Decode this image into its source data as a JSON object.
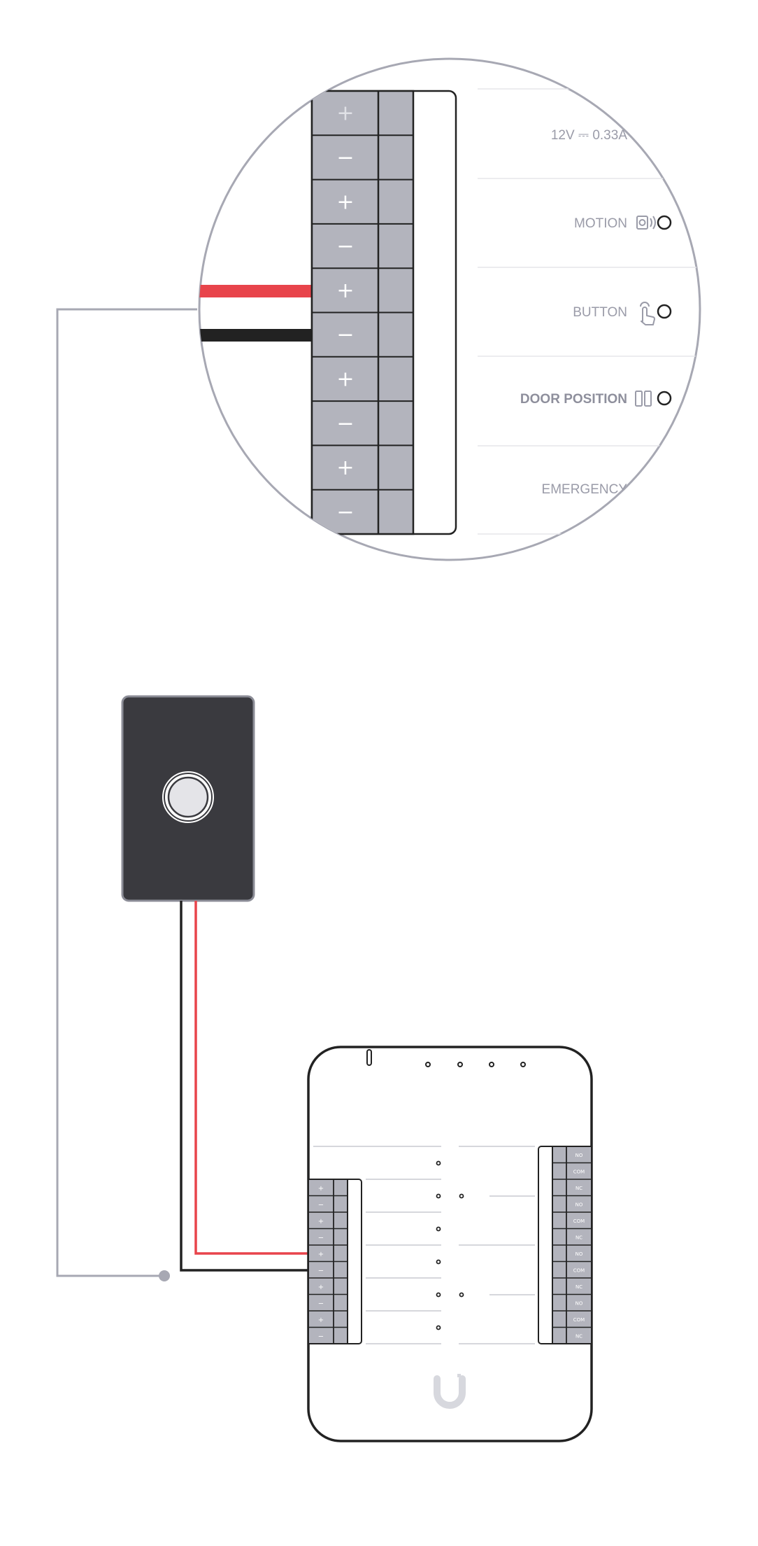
{
  "zoom_terminal": {
    "rows": [
      {
        "sign": "+",
        "dim": true
      },
      {
        "sign": "−"
      },
      {
        "sign": "+"
      },
      {
        "sign": "−"
      },
      {
        "sign": "+"
      },
      {
        "sign": "−"
      },
      {
        "sign": "+"
      },
      {
        "sign": "−"
      },
      {
        "sign": "+"
      },
      {
        "sign": "−"
      }
    ],
    "labels": [
      {
        "text": "12V ⎓ 0.33A",
        "icon": "dc-power-icon",
        "bold": false
      },
      {
        "text": "MOTION",
        "icon": "motion-sensor-icon",
        "bold": false
      },
      {
        "text": "BUTTON",
        "icon": "button-press-icon",
        "bold": false
      },
      {
        "text": "DOOR POSITION",
        "icon": "door-position-icon",
        "bold": true
      },
      {
        "text": "EMERGENCY",
        "icon": "",
        "bold": false
      }
    ]
  },
  "hub": {
    "left_terminal": [
      "+",
      "−",
      "+",
      "−",
      "+",
      "−",
      "+",
      "−",
      "+",
      "−"
    ],
    "right_terminal": [
      "NO",
      "COM",
      "NC",
      "NO",
      "COM",
      "NC",
      "NO",
      "COM",
      "NC",
      "NO",
      "COM",
      "NC"
    ],
    "logo": "ubiquiti-u-logo"
  },
  "wires": {
    "positive_color": "#e8444b",
    "negative_color": "#222222",
    "ground_color": "#a7a8b3"
  },
  "device": {
    "name": "exit-button",
    "body_color": "#3a3a3f"
  }
}
